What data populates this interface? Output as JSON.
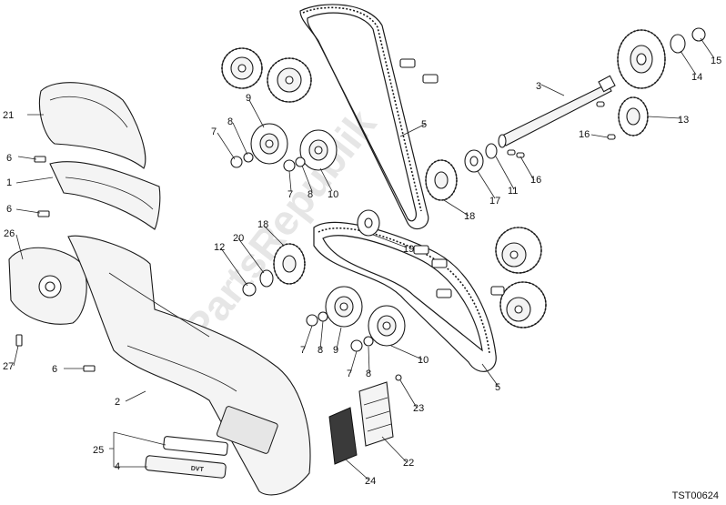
{
  "diagram": {
    "watermark": "PartsRepublik",
    "reference_code": "TST00624",
    "cover_badge_text": "DVT",
    "callouts": [
      "1",
      "2",
      "3",
      "4",
      "5",
      "5",
      "6",
      "6",
      "6",
      "7",
      "7",
      "7",
      "7",
      "8",
      "8",
      "8",
      "8",
      "9",
      "9",
      "10",
      "10",
      "11",
      "12",
      "13",
      "14",
      "15",
      "16",
      "16",
      "17",
      "18",
      "18",
      "19",
      "20",
      "21",
      "22",
      "23",
      "24",
      "25",
      "26",
      "27"
    ]
  }
}
